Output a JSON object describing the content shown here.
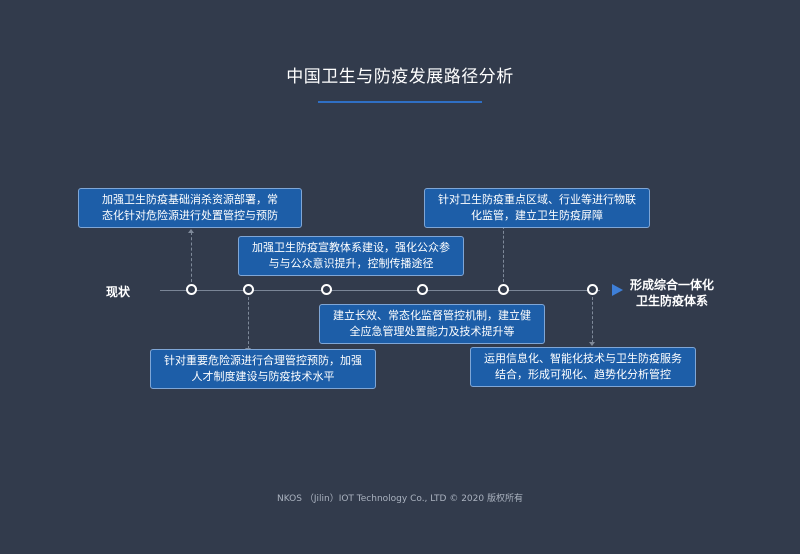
{
  "title": "中国卫生与防疫发展路径分析",
  "start_label": "现状",
  "end_label": [
    "形成综合一体化",
    "卫生防疫体系"
  ],
  "boxes": [
    {
      "lines": [
        "加强卫生防疫基础消杀资源部署，常",
        "态化针对危险源进行处置管控与预防"
      ]
    },
    {
      "lines": [
        "加强卫生防疫宣教体系建设，强化公众参",
        "与与公众意识提升，控制传播途径"
      ]
    },
    {
      "lines": [
        "针对卫生防疫重点区域、行业等进行物联",
        "化监管，建立卫生防疫屏障"
      ]
    },
    {
      "lines": [
        "建立长效、常态化监督管控机制，建立健",
        "全应急管理处置能力及技术提升等"
      ]
    },
    {
      "lines": [
        "针对重要危险源进行合理管控预防，加强",
        "人才制度建设与防疫技术水平"
      ]
    },
    {
      "lines": [
        "运用信息化、智能化技术与卫生防疫服务",
        "结合，形成可视化、趋势化分析管控"
      ]
    }
  ],
  "footer": "NKOS （Jilin）IOT Technology Co., LTD © 2020  版权所有",
  "colors": {
    "background": "#323b4c",
    "box_fill": "#1d5ea8",
    "accent": "#3e7fd8"
  }
}
